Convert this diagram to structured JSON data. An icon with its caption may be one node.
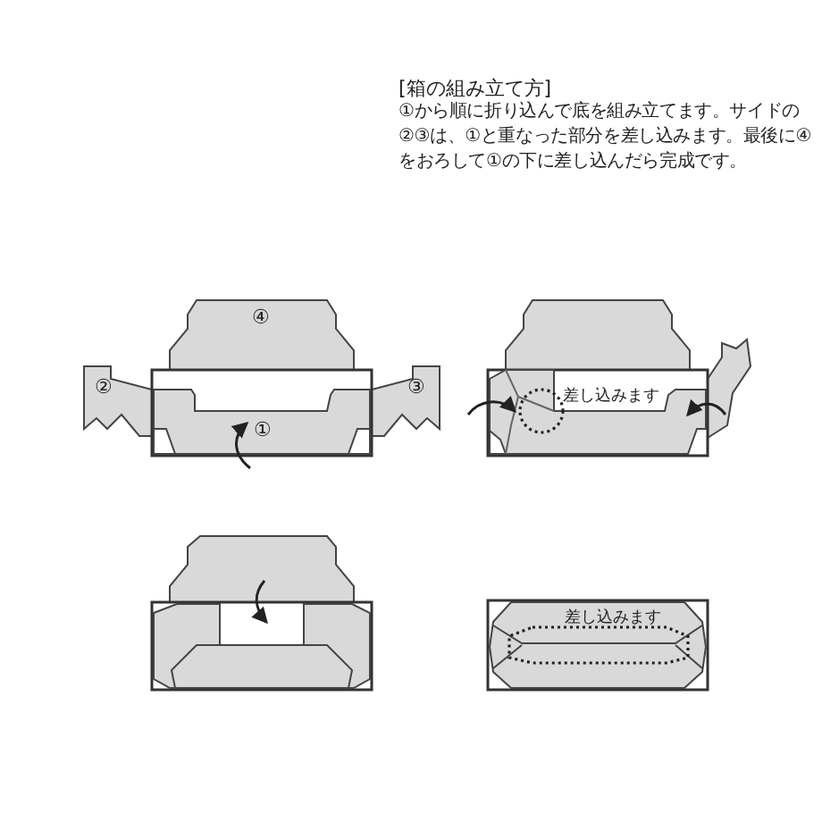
{
  "diagram": {
    "labels": [
      "[箱の組み立て方]",
      "①から順に折り込んで底を組み立てます。サイドの②③は、①と重なった部分を差し込みます。最後に④をおろして①の下に差し込んだら完成です。",
      "④",
      "②",
      "③",
      "①",
      "差し込みます",
      "差し込みます"
    ]
  }
}
